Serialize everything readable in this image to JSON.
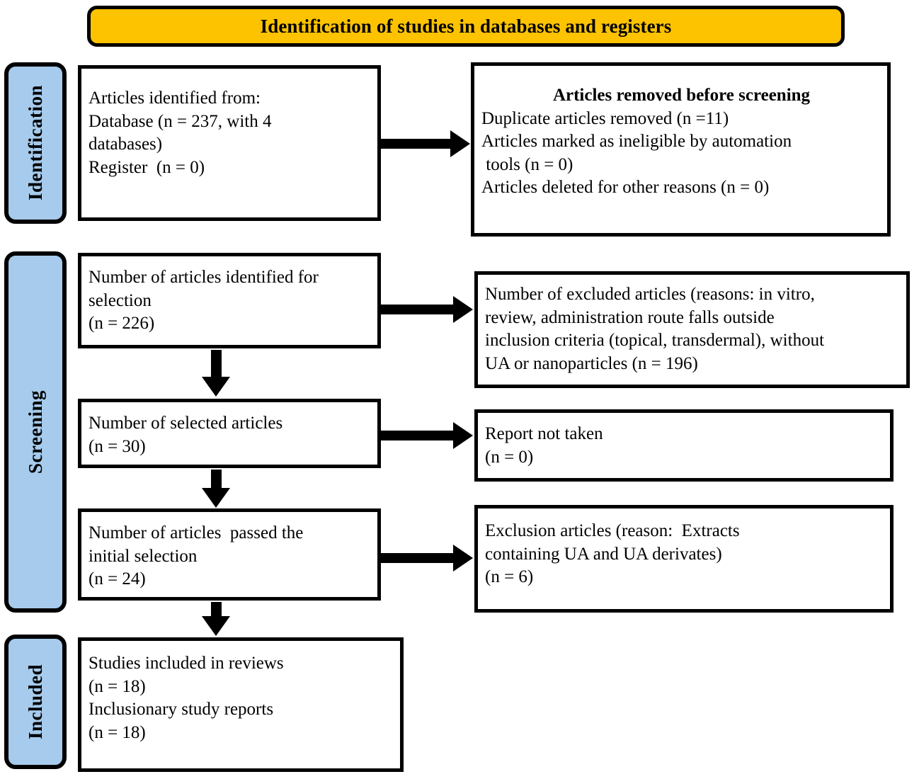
{
  "colors": {
    "banner_fill": "#FDC300",
    "stage_tab_fill": "#A6CBEC",
    "border": "#000000",
    "box_fill": "#FFFFFF"
  },
  "banner": {
    "title": "Identification of studies in databases and registers"
  },
  "stages": [
    {
      "id": "identification",
      "label": "Identification"
    },
    {
      "id": "screening",
      "label": "Screening"
    },
    {
      "id": "included",
      "label": "Included"
    }
  ],
  "boxes": {
    "identified": {
      "lines": [
        "Articles identified from:",
        "Database (n = 237, with 4",
        "databases)",
        "Register  (n = 0)"
      ]
    },
    "removed": {
      "heading": "Articles removed before screening",
      "lines": [
        "Duplicate articles removed (n =11)",
        "Articles marked as ineligible by automation",
        " tools (n = 0)",
        "Articles deleted for other reasons (n = 0)"
      ]
    },
    "selection": {
      "lines": [
        "Number of articles identified for",
        "selection",
        "(n = 226)"
      ]
    },
    "excluded": {
      "lines": [
        "Number of excluded articles (reasons: in vitro,",
        "review, administration route falls outside",
        "inclusion criteria (topical, transdermal), without",
        "UA or nanoparticles (n = 196)"
      ]
    },
    "selected": {
      "lines": [
        "Number of selected articles",
        "(n = 30)"
      ]
    },
    "not_taken": {
      "lines": [
        "Report not taken",
        "(n = 0)"
      ]
    },
    "passed": {
      "lines": [
        "Number of articles  passed the",
        "initial selection",
        "(n = 24)"
      ]
    },
    "exclusion": {
      "lines": [
        "Exclusion articles (reason:  Extracts",
        "containing UA and UA derivates)",
        "(n = 6)"
      ]
    },
    "included": {
      "lines": [
        "Studies included in reviews",
        "(n = 18)",
        "Inclusionary study reports",
        "(n = 18)"
      ]
    }
  },
  "flow_counts": {
    "database_records": 237,
    "databases": 4,
    "register_records": 0,
    "duplicates_removed": 11,
    "ineligible_automation": 0,
    "deleted_other": 0,
    "identified_for_selection": 226,
    "excluded_articles": 196,
    "selected_articles": 30,
    "report_not_taken": 0,
    "passed_initial_selection": 24,
    "exclusion_articles": 6,
    "studies_included": 18,
    "inclusionary_reports": 18
  }
}
